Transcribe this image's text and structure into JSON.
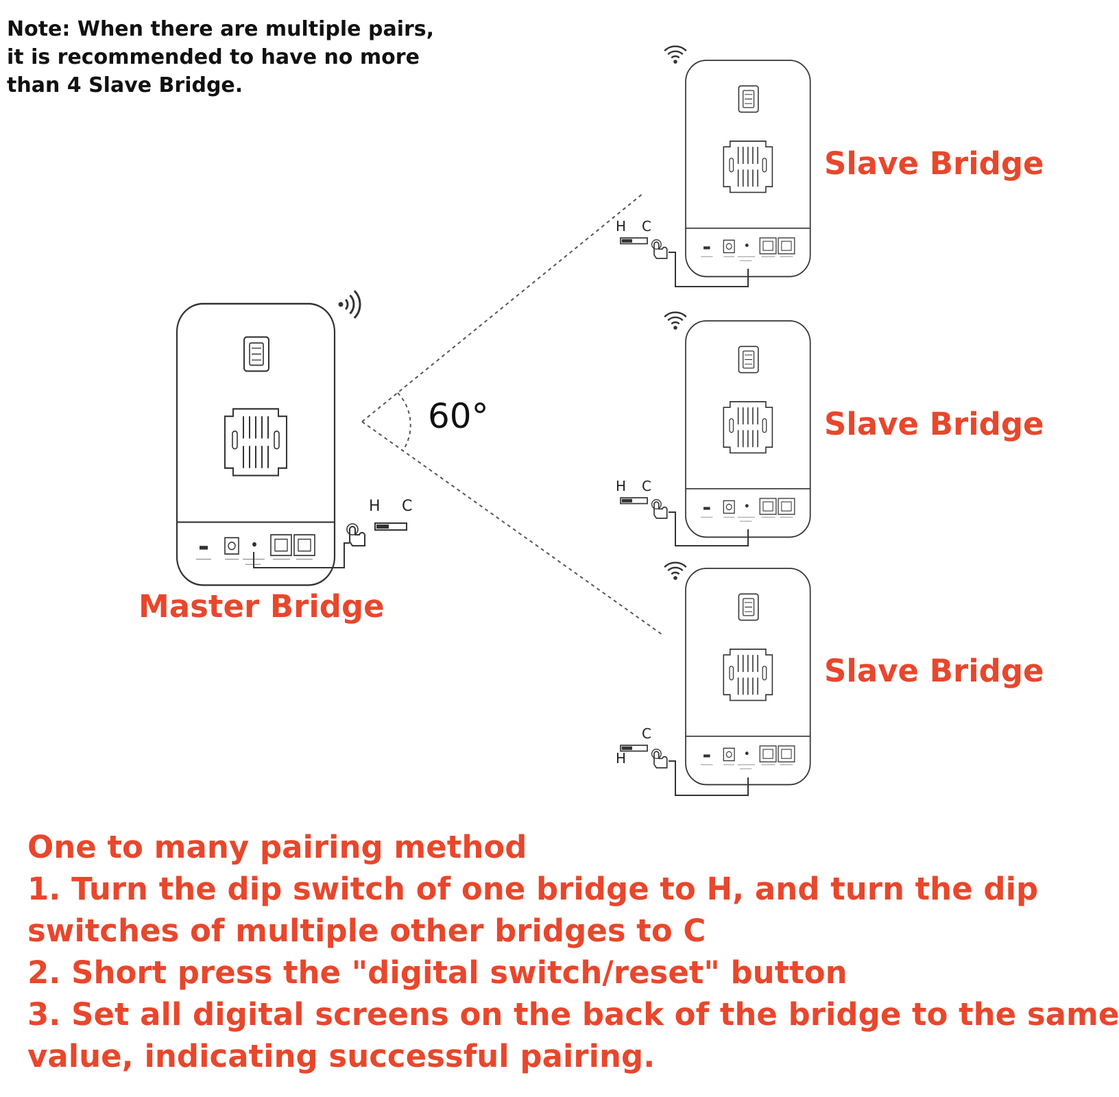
{
  "note": {
    "lines": [
      "Note: When there are multiple pairs,",
      "it is recommended to have no more",
      "than 4 Slave Bridge."
    ]
  },
  "labels": {
    "slave_1": "Slave Bridge",
    "slave_2": "Slave Bridge",
    "slave_3": "Slave Bridge",
    "master": "Master Bridge",
    "angle": "60°"
  },
  "switch_labels": {
    "master_h": "H",
    "master_c": "C",
    "slave1_h": "H",
    "slave1_c": "C",
    "slave2_h": "H",
    "slave2_c": "C",
    "slave3_h": "H",
    "slave3_c": "C"
  },
  "instructions": {
    "lines": [
      "One to many pairing method",
      "1. Turn the dip switch of one bridge to H, and turn the dip",
      "switches of multiple other bridges to C",
      "2. Short press the \"digital switch/reset\" button",
      "3. Set all digital screens on the back of the bridge to the same",
      "value, indicating successful pairing."
    ]
  },
  "colors": {
    "accent": "#e8472c",
    "line": "#333333",
    "text": "#111111"
  },
  "icons": [
    "wifi-icon",
    "digital-display-icon",
    "mount-bracket-icon",
    "power-port-icon",
    "lan-port-icon",
    "hand-press-icon",
    "dip-switch-icon"
  ]
}
